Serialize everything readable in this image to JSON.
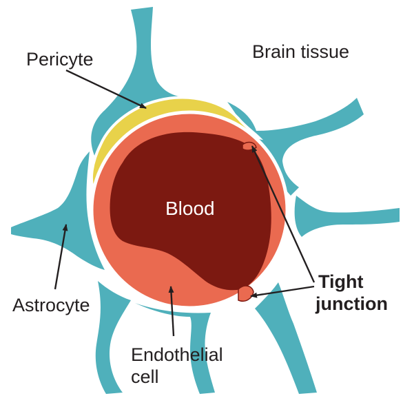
{
  "labels": {
    "pericyte": "Pericyte",
    "brain_tissue": "Brain tissue",
    "blood": "Blood",
    "astrocyte": "Astrocyte",
    "tight_junction_line1": "Tight",
    "tight_junction_line2": "junction",
    "endothelial_line1": "Endothelial",
    "endothelial_line2": "cell"
  },
  "colors": {
    "astrocyte": "#4fb0bb",
    "pericyte": "#e8d24a",
    "endothelial": "#ea6a50",
    "blood": "#7c1911",
    "text": "#231f20",
    "outline": "#ffffff"
  }
}
